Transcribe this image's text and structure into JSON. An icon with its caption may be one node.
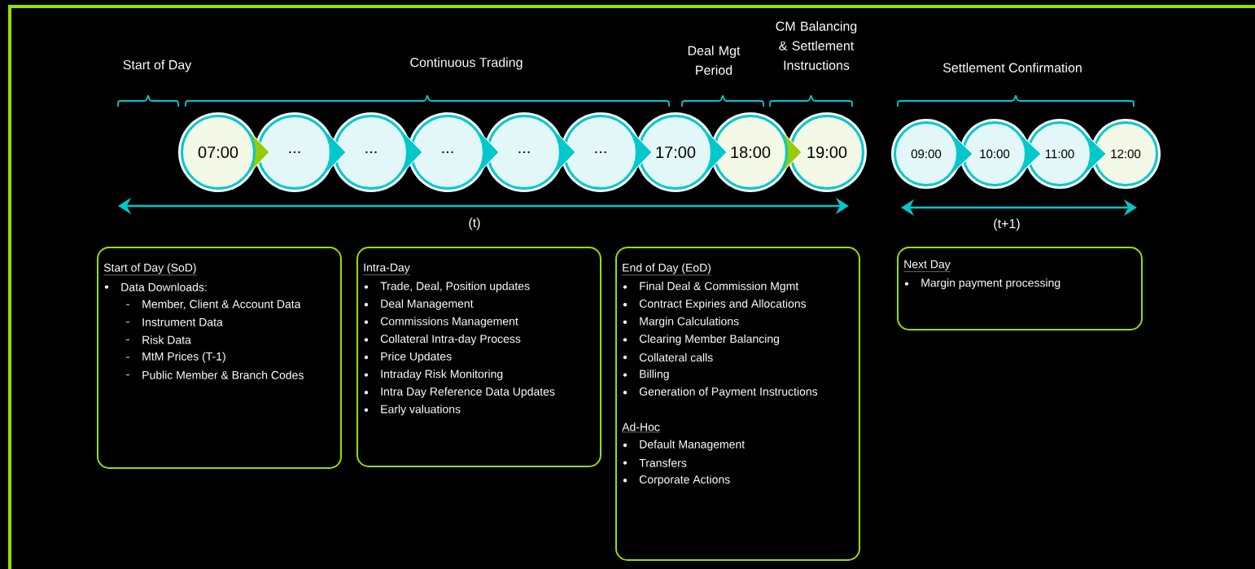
{
  "diagram": {
    "nodes": [
      {
        "text": [
          "07:00"
        ]
      },
      {
        "text": [
          "..."
        ]
      },
      {
        "text": [
          "..."
        ]
      },
      {
        "text": [
          "..."
        ]
      },
      {
        "text": [
          "..."
        ]
      },
      {
        "text": [
          "..."
        ]
      },
      {
        "text": [
          "17:00"
        ]
      },
      {
        "text": [
          "18:00"
        ]
      },
      {
        "text": [
          "19:00"
        ]
      },
      {
        "text": [
          "09:00"
        ]
      },
      {
        "text": [
          "10:00"
        ]
      },
      {
        "text": [
          "11:00"
        ]
      },
      {
        "text": [
          "12:00"
        ]
      },
      {
        "text": [
          "Start of Day (SoD)",
          "Data Downloads:",
          "Member, Client & Account Data",
          "Instrument Data",
          "Risk Data",
          "MtM Prices (T-1)",
          "Public Member &  Branch Codes"
        ]
      },
      {
        "text": [
          "Intra-Day",
          "Trade, Deal, Position updates",
          "Deal Management",
          "Commissions Management",
          "Collateral Intra-day Process",
          "Price Updates",
          "Intraday Risk Monitoring",
          "Intra Day Reference Data Updates",
          "Early valuations"
        ]
      },
      {
        "text": [
          "End of Day (EoD)",
          "Final Deal & Commission Mgmt",
          "Contract Expiries and Allocations",
          "Margin Calculations",
          "Clearing Member Balancing",
          "Collateral calls",
          "Billing",
          "Generation of Payment Instructions",
          "Ad-Hoc",
          "Default Management",
          "Transfers",
          "Corporate Actions"
        ]
      },
      {
        "text": [
          "Next Day",
          "Margin payment processing"
        ]
      }
    ],
    "labels": [
      "Start of Day",
      "Continuous Trading",
      "Deal  Mgt Period",
      "CM Balancing & Settlement Instructions",
      "Settlement Confirmation",
      "(t)",
      "(t+1)"
    ]
  }
}
